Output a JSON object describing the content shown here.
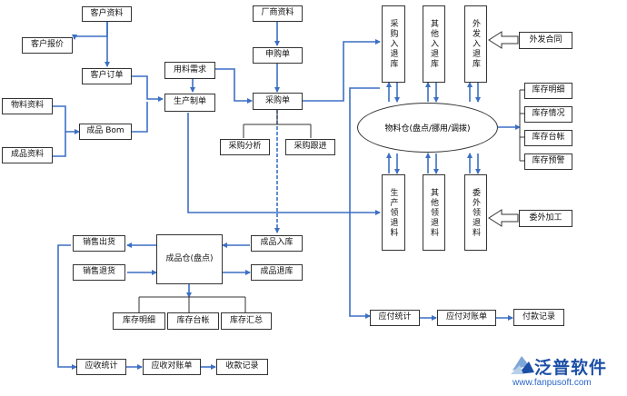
{
  "nodes": {
    "customer_info": "客户资料",
    "customer_quote": "客户报价",
    "customer_order": "客户订单",
    "material_info": "物料资料",
    "product_info": "成品资料",
    "product_bom": "成品 Bom",
    "production_order": "生产制单",
    "material_requirement": "用料需求",
    "supplier_info": "厂商资料",
    "purchase_request": "申购单",
    "purchase_order": "采购单",
    "purchase_analysis": "采购分析",
    "purchase_tracking": "采购跟进",
    "purchase_inbound": "采购入退库",
    "other_inbound": "其他入退库",
    "outsource_inbound": "外发入退库",
    "outsource_contract": "外发合同",
    "material_warehouse": "物料仓(盘点/挪用/调拨)",
    "inventory_detail": "库存明细",
    "inventory_status": "库存情况",
    "inventory_ledger": "库存台帐",
    "inventory_alert": "库存预警",
    "production_issue": "生产领退料",
    "other_issue": "其他领退料",
    "outsource_issue": "委外领退料",
    "outsource_processing": "委外加工",
    "sales_outbound": "销售出货",
    "sales_return": "销售退货",
    "product_warehouse": "成品仓(盘点)",
    "product_inbound": "成品入库",
    "product_return": "成品退库",
    "fg_inventory_detail": "库存明细",
    "fg_inventory_ledger": "库存台帐",
    "fg_inventory_summary": "库存汇总",
    "payable_stats": "应付统计",
    "payable_reconcile": "应付对账单",
    "payment_record": "付款记录",
    "receivable_stats": "应收统计",
    "receivable_reconcile": "应收对账单",
    "receipt_record": "收款记录"
  },
  "logo": {
    "name": "泛普软件",
    "url": "www.fanpusoft.com"
  },
  "colors": {
    "arrow": "#3b6fc4",
    "border": "#333333",
    "logo": "#1c4fa6"
  }
}
